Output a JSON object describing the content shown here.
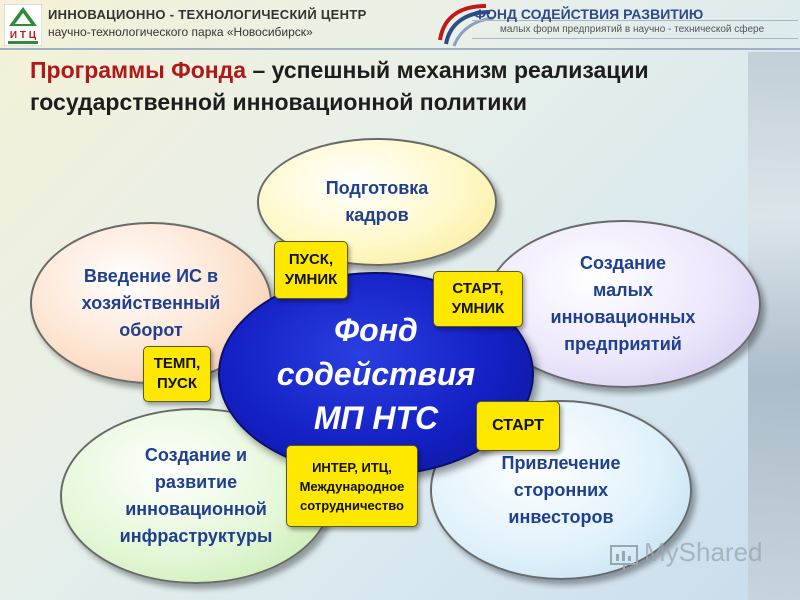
{
  "header": {
    "org_title": "ИННОВАЦИОННО - ТЕХНОЛОГИЧЕСКИЙ ЦЕНТР",
    "org_subtitle": "научно-технологического парка «Новосибирск»",
    "itc_logo_text": "И Т Ц",
    "fund_name": "ФОНД СОДЕЙСТВИЯ РАЗВИТИЮ",
    "fund_tagline": "малых форм предприятий в научно - технической сфере"
  },
  "slide": {
    "title_accent": "Программы Фонда",
    "title_rest": " – успешный механизм реализации государственной инновационной политики"
  },
  "diagram": {
    "center": [
      "Фонд",
      "содействия",
      "МП НТС"
    ],
    "ellipses": {
      "top": [
        "Подготовка",
        "кадров"
      ],
      "left": [
        "Введение ИС в",
        "хозяйственный",
        "оборот"
      ],
      "right": [
        "Создание",
        "малых",
        "инновационных",
        "предприятий"
      ],
      "bottom_left": [
        "Создание и",
        "развитие",
        "инновационной",
        "инфраструктуры"
      ],
      "bottom_right": [
        "Привлечение",
        "сторонних",
        "инвесторов"
      ]
    },
    "programs": {
      "pusk_umnik": [
        "ПУСК,",
        "УМНИК"
      ],
      "start_umnik": [
        "СТАРТ,",
        "УМНИК"
      ],
      "temp_pusk": [
        "ТЕМП,",
        "ПУСК"
      ],
      "start": [
        "СТАРТ"
      ],
      "inter": [
        "ИНТЕР, ИТЦ,",
        "Международное",
        "сотрудничество"
      ]
    }
  },
  "watermark": "MyShared",
  "colors": {
    "accent_red": "#b01818",
    "ellipse_text": "#1f3f8f",
    "center_blue": "#1420c4",
    "program_yellow": "#ffe800"
  }
}
